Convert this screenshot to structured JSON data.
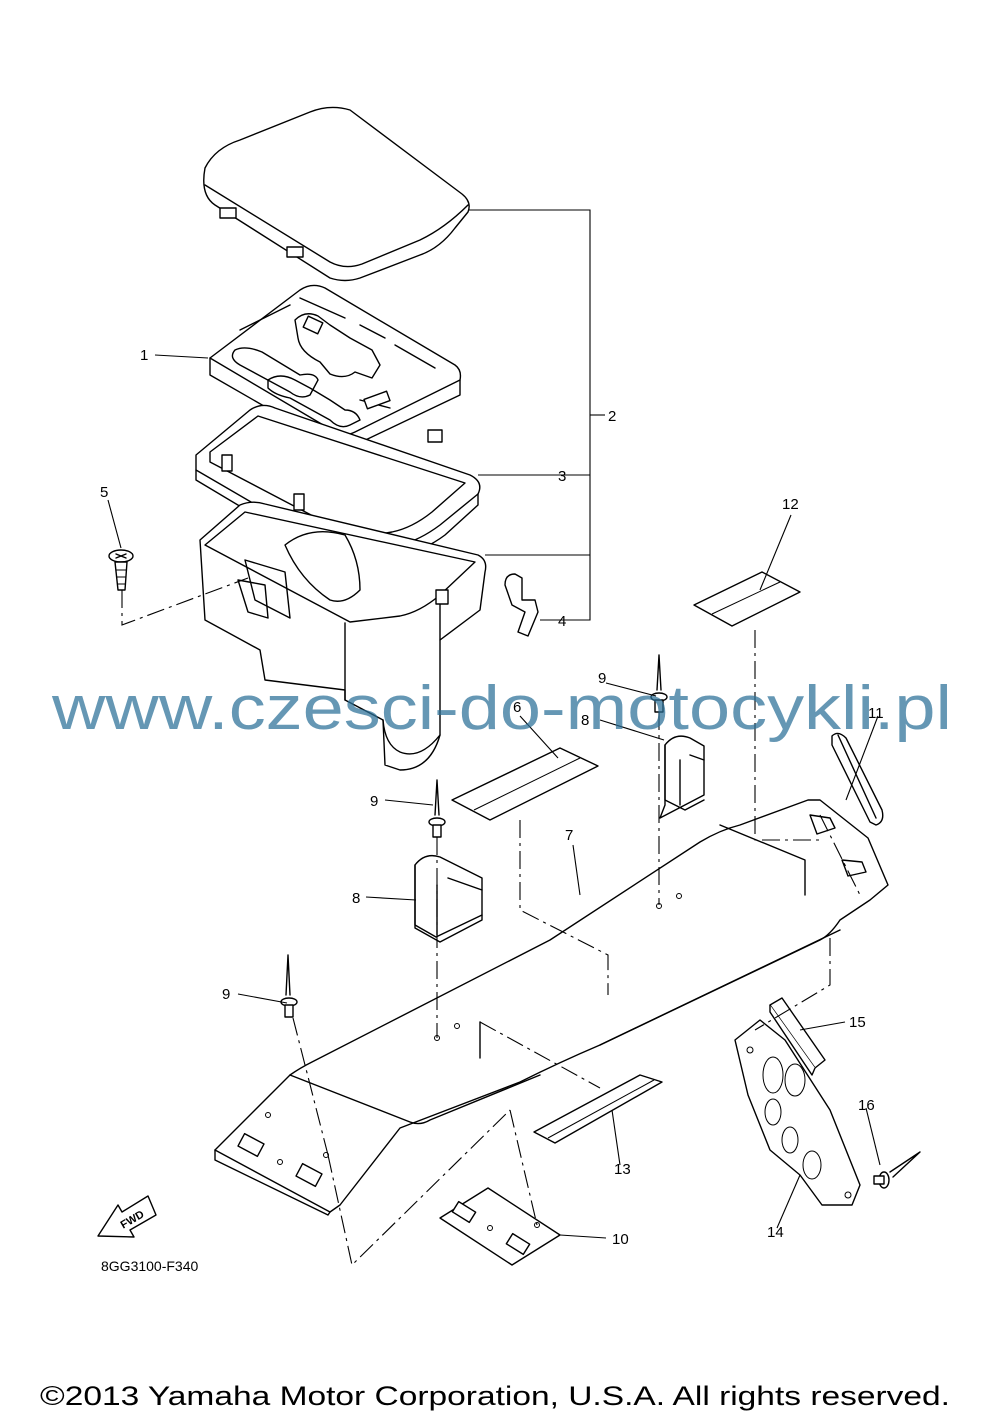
{
  "diagram": {
    "callouts": [
      "1",
      "2",
      "3",
      "4",
      "5",
      "6",
      "7",
      "8",
      "9",
      "10",
      "11",
      "12",
      "13",
      "14",
      "15",
      "16"
    ],
    "drawing_code": "8GG3100-F340",
    "fwd_label": "FWD"
  },
  "watermark": "www.czesci-do-motocykli.pl",
  "copyright": "©2013 Yamaha Motor Corporation, U.S.A. All rights reserved."
}
